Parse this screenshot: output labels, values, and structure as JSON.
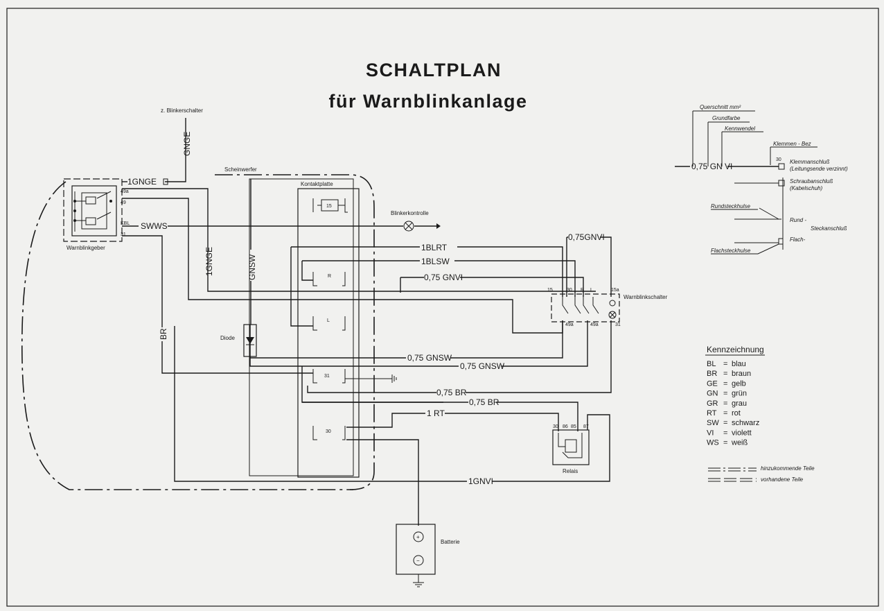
{
  "title": {
    "line1": "SCHALTPLAN",
    "line2": "für Warnblinkanlage"
  },
  "components": {
    "warnblinkgeber": {
      "label": "Warnblinkgeber",
      "pins": [
        "49a",
        "49",
        "KBL",
        "31"
      ]
    },
    "scheinwerfer": "Scheinwerfer",
    "kontaktplatte": "Kontaktplatte",
    "kontakt_15": "15",
    "kontakt_r": "R",
    "kontakt_l": "L",
    "kontakt_31": "31",
    "kontakt_30": "30",
    "blinkerkontrolle": "Blinkerkontrolle",
    "diode": "Diode",
    "zum_blinkerschalter": "z. Blinkerschalter",
    "warnblinkschalter": {
      "label": "Warnblinkschalter",
      "top_pins": [
        "15",
        "30",
        "R",
        "L",
        "15a"
      ],
      "bottom_pins": [
        "49a",
        "49a",
        "31"
      ]
    },
    "relais": {
      "label": "Relais",
      "pins": [
        "30",
        "86",
        "85",
        "87"
      ]
    },
    "batterie": {
      "label": "Batterie",
      "plus": "+",
      "minus": "−"
    }
  },
  "wires": {
    "gnge_vertical": "GNGE",
    "gnge_1": "1GNGE",
    "gnge_1_vertical": "1GNGE",
    "swws": "SWWS",
    "gnsw_vertical": "GNSW",
    "br_vertical": "BR",
    "blrt": "1BLRT",
    "blsw": "1BLSW",
    "gnvi_075_mid": "0,75 GNVI",
    "gnvi_075_top": "0,75GNVI",
    "gnsw_075_a": "0,75 GNSW",
    "gnsw_075_b": "0,75 GNSW",
    "br_075_a": "0,75 BR",
    "br_075_b": "0,75 BR",
    "rt": "1 RT",
    "gnvi_1": "1GNVI"
  },
  "key_diagram": {
    "querschnitt": "Querschnitt mm²",
    "grundfarbe": "Grundfarbe",
    "kennwendel": "Kennwendel",
    "klemmen_bez": "Klemmen - Bez",
    "example": "0,75 GN VI",
    "pin30": "30",
    "klemmanschluss": "Klemmanschluß",
    "leitungsende": "(Leitungsende verzinnt)",
    "schraubanschluss": "Schraubanschluß",
    "kabelschuh": "(Kabelschuh)",
    "rundsteckhulse": "Rundsteckhulse",
    "rund": "Rund -",
    "steckanschluss": "Steckanschluß",
    "flach": "Flach-",
    "flachsteckhulse": "Flachsteckhulse"
  },
  "legend": {
    "heading": "Kennzeichnung",
    "items": [
      {
        "code": "BL",
        "name": "blau"
      },
      {
        "code": "BR",
        "name": "braun"
      },
      {
        "code": "GE",
        "name": "gelb"
      },
      {
        "code": "GN",
        "name": "grün"
      },
      {
        "code": "GR",
        "name": "grau"
      },
      {
        "code": "RT",
        "name": "rot"
      },
      {
        "code": "SW",
        "name": "schwarz"
      },
      {
        "code": "VI",
        "name": "violett"
      },
      {
        "code": "WS",
        "name": "weiß"
      }
    ],
    "line_new": "hinzukommende Teile",
    "line_existing": "vorhandene Teile"
  },
  "colors": {
    "paper": "#f1f1ef",
    "ink": "#1a1a1a"
  }
}
